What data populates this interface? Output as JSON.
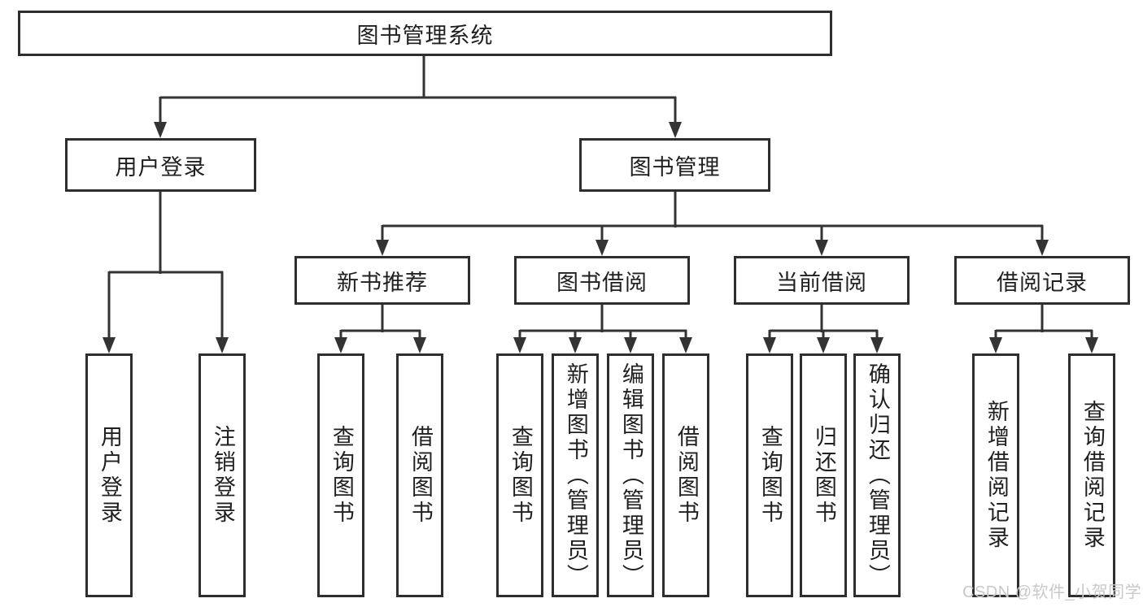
{
  "diagram": {
    "type": "hierarchy-flowchart",
    "title": "图书管理系统",
    "colors": {
      "background": "#ffffff",
      "line": "#333333",
      "box_border": "#2e2e2e",
      "box_fill": "#ffffff",
      "text": "#1f1f1f",
      "watermark": "#c9c9c9"
    },
    "tree": {
      "label": "图书管理系统",
      "children": [
        {
          "label": "用户登录",
          "children": [
            {
              "label": "用户登录"
            },
            {
              "label": "注销登录"
            }
          ]
        },
        {
          "label": "图书管理",
          "children": [
            {
              "label": "新书推荐",
              "children": [
                {
                  "label": "查询图书"
                },
                {
                  "label": "借阅图书"
                }
              ]
            },
            {
              "label": "图书借阅",
              "children": [
                {
                  "label": "查询图书"
                },
                {
                  "label": "新增图书（管理员）"
                },
                {
                  "label": "编辑图书（管理员）"
                },
                {
                  "label": "借阅图书"
                }
              ]
            },
            {
              "label": "当前借阅",
              "children": [
                {
                  "label": "查询图书"
                },
                {
                  "label": "归还图书"
                },
                {
                  "label": "确认归还（管理员）"
                }
              ]
            },
            {
              "label": "借阅记录",
              "children": [
                {
                  "label": "新增借阅记录"
                },
                {
                  "label": "查询借阅记录"
                }
              ]
            }
          ]
        }
      ]
    },
    "watermark": "CSDN @软件_小贺同学"
  }
}
